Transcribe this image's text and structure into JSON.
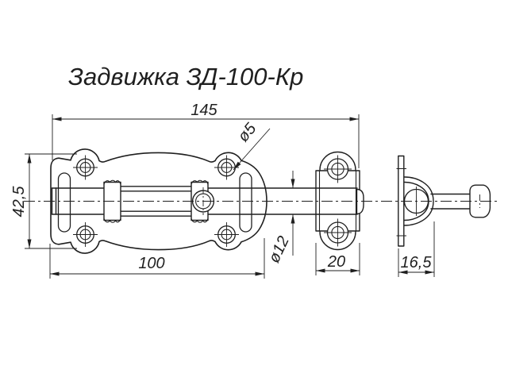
{
  "drawing": {
    "title": "Задвижка ЗД-100-Кр",
    "labels": {
      "overall_length": "145",
      "hole_diameter": "ø5",
      "plate_height": "42,5",
      "plate_length": "100",
      "rod_diameter": "ø12",
      "keeper_width": "20",
      "bracket_depth": "16,5"
    },
    "colors": {
      "ink": "#1f1f1f",
      "paper": "#ffffff"
    }
  }
}
